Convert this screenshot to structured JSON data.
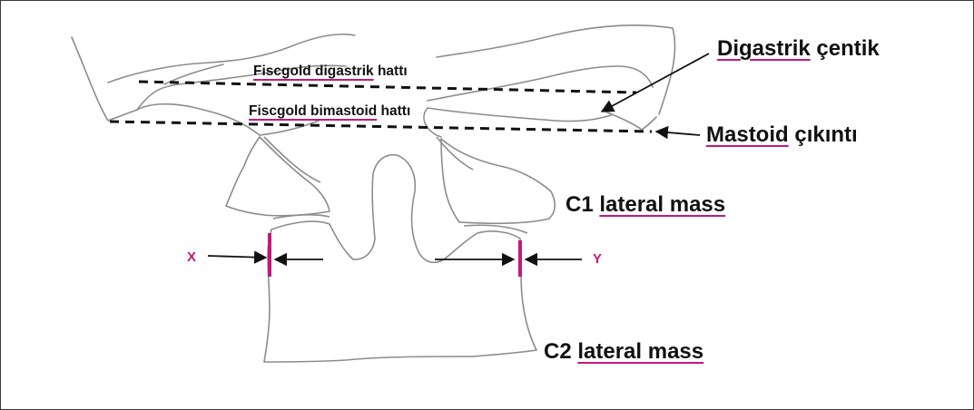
{
  "labels": {
    "digastric_line": {
      "underlined": "Fiscgold digastrik",
      "rest": " hattı"
    },
    "bimastoid_line": {
      "underlined": "Fiscgold bimastoid",
      "rest": " hattı"
    },
    "digastric_notch": {
      "underlined": "Digastrik",
      "rest": " çentik"
    },
    "mastoid_process": {
      "underlined": "Mastoid",
      "rest": " çıkıntı"
    },
    "c1_lateral_mass": {
      "prefix": "C1 ",
      "underlined": "lateral mass"
    },
    "c2_lateral_mass": {
      "prefix": "C2 ",
      "underlined": "lateral mass"
    },
    "left_marker": "X",
    "right_marker": "Y"
  },
  "colors": {
    "accent": "#c2187a",
    "bone_outline": "#8c8c8c",
    "text": "#111111"
  }
}
